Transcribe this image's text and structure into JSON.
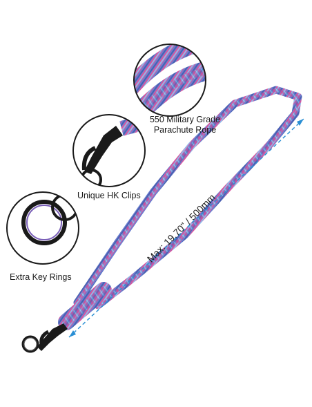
{
  "features": {
    "rope": {
      "line1": "550 Military Grade",
      "line2": "Parachute Rope"
    },
    "clips": {
      "label": "Unique HK Clips"
    },
    "rings": {
      "label": "Extra Key Rings"
    }
  },
  "dimension": {
    "label": "Max: 19.70\" / 500mm"
  },
  "colors": {
    "rope_blue": "#5a8fd6",
    "rope_pink": "#d9559e",
    "rope_purple": "#7a5fb8",
    "hardware": "#1a1a1a",
    "dimension_line": "#2a8fd4"
  }
}
